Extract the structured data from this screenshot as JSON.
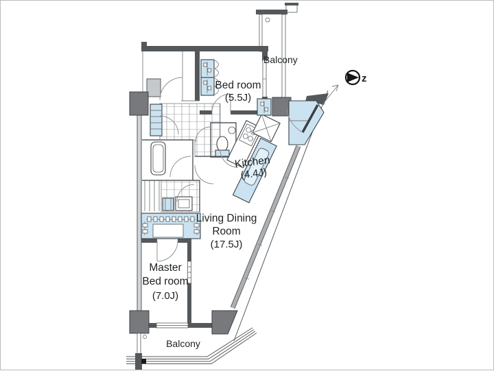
{
  "labels": {
    "balcony_top": "Balcony",
    "balcony_bottom": "Balcony",
    "bedroom_name": "Bed room",
    "bedroom_size": "(5.5J)",
    "kitchen_name": "Kitchen",
    "kitchen_size": "(4.4J)",
    "living_line1": "Living Dining",
    "living_line2": "Room",
    "living_size": "(17.5J)",
    "master_line1": "Master",
    "master_line2": "Bed room",
    "master_size": "(7.0J)",
    "compass": "z"
  },
  "rooms": [
    {
      "name": "Balcony",
      "size": ""
    },
    {
      "name": "Bed room",
      "size": "5.5J"
    },
    {
      "name": "Kitchen",
      "size": "4.4J"
    },
    {
      "name": "Living Dining Room",
      "size": "17.5J"
    },
    {
      "name": "Master Bed room",
      "size": "7.0J"
    },
    {
      "name": "Balcony",
      "size": ""
    }
  ],
  "colors": {
    "wall_dark": "#55585b",
    "pillar": "#77797c",
    "fixture_blue": "#cbe3f1",
    "line": "#3c4043",
    "text": "#1d2022"
  }
}
